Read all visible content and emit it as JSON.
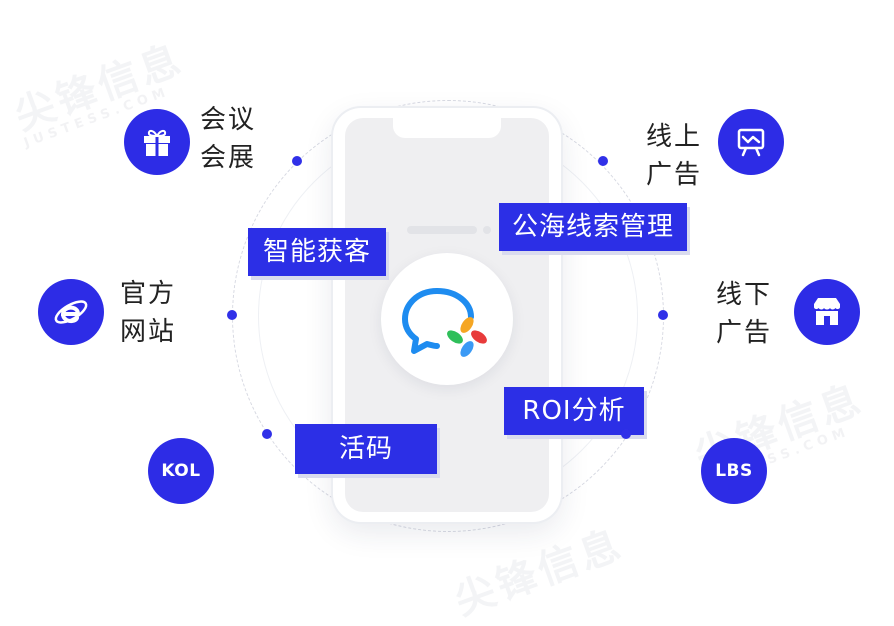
{
  "watermark": {
    "brand": "尖锋信息",
    "latin": "JUSTESS.COM"
  },
  "center_logo": {
    "icon": "chat-bubble-logo-icon"
  },
  "tags": {
    "smart": "智能获客",
    "sea": "公海线索管理",
    "roi": "ROI分析",
    "code": "活码"
  },
  "channels": {
    "meeting": {
      "label": "会议\n会展",
      "icon": "gift-icon"
    },
    "website": {
      "label": "官方\n网站",
      "icon": "ie-browser-icon"
    },
    "kol": {
      "badge": "KOL"
    },
    "online_ad": {
      "label": "线上\n广告",
      "icon": "presentation-chart-icon"
    },
    "offline_ad": {
      "label": "线下\n广告",
      "icon": "storefront-icon"
    },
    "lbs": {
      "badge": "LBS"
    }
  },
  "colors": {
    "primary": "#2C2FE6",
    "badge": "#2D2CE6",
    "dot": "#3030E8",
    "logo_blue": "#1E8CF0",
    "logo_accents": [
      "#F5A623",
      "#E83B3B",
      "#3B9AF5",
      "#2FBF5A"
    ]
  }
}
